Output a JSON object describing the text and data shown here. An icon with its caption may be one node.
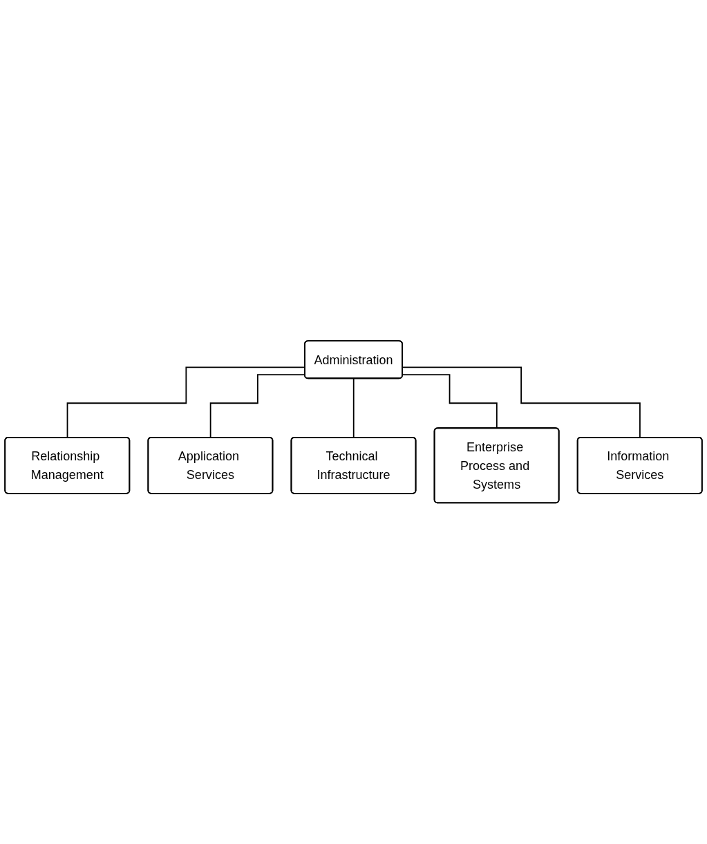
{
  "diagram": {
    "nodes": [
      {
        "text": [
          "Administration"
        ]
      },
      {
        "text": [
          "Relationship Management"
        ]
      },
      {
        "text": [
          "Application Services"
        ]
      },
      {
        "text": [
          "Technical Infrastructure"
        ]
      },
      {
        "text": [
          "Enterprise Process and Systems"
        ]
      },
      {
        "text": [
          "Information Services"
        ]
      }
    ],
    "edges": [
      {
        "from": 0,
        "to": 1,
        "arrow": "none"
      },
      {
        "from": 0,
        "to": 2,
        "arrow": "none"
      },
      {
        "from": 0,
        "to": 3,
        "arrow": "none"
      },
      {
        "from": 0,
        "to": 4,
        "arrow": "none"
      },
      {
        "from": 0,
        "to": 5,
        "arrow": "none"
      }
    ]
  }
}
